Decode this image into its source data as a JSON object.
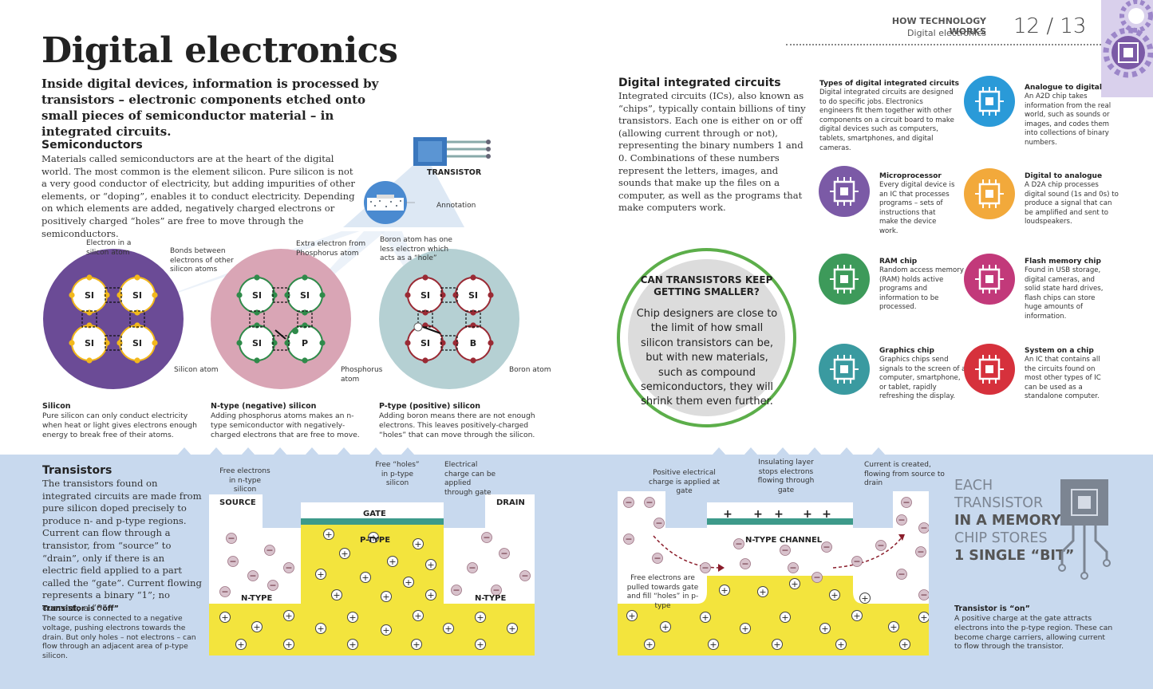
{
  "header": {
    "kicker": "HOW TECHNOLOGY WORKS",
    "section": "Digital electronics",
    "pages": "12 / 13"
  },
  "title": "Digital electronics",
  "intro": "Inside digital devices, information is processed by transistors – electronic components etched onto small pieces of semiconductor material – in integrated circuits.",
  "semiconductors": {
    "heading": "Semiconductors",
    "body": "Materials called semiconductors are at the heart of the digital world. The most common is the element silicon. Pure silicon is not a very good conductor of electricity, but adding impurities of other elements, or “doping”, enables it to conduct electricity. Depending on which elements are added, negatively charged electrons or positively charged “holes” are free to move through the semiconductors."
  },
  "transistor_label": "TRANSISTOR",
  "annotation_label": "Annotation",
  "diagram_labels": {
    "electron": "Electron in a silicon atom",
    "bonds": "Bonds between electrons of other silicon atoms",
    "silicon_atom": "Silicon atom",
    "extra_electron": "Extra electron from Phosphorus atom",
    "phosphorus_atom": "Phosphorus atom",
    "boron_note": "Boron atom has one less electron which acts as a “hole”",
    "boron_atom": "Boron atom"
  },
  "atoms": {
    "si": "SI",
    "p": "P",
    "b": "B"
  },
  "silicon": {
    "heading": "Silicon",
    "body": "Pure silicon can only conduct electricity when heat or light gives electrons enough energy to break free of their atoms."
  },
  "ntype": {
    "heading": "N-type (negative) silicon",
    "body": "Adding phosphorus atoms makes an n-type semiconductor with negatively-charged electrons that are free to move."
  },
  "ptype": {
    "heading": "P-type (positive) silicon",
    "body": "Adding boron means there are not enough electrons. This leaves positively-charged “holes” that can move through the silicon."
  },
  "dic": {
    "heading": "Digital integrated circuits",
    "body": "Integrated circuits (ICs), also known as “chips”, typically contain billions of tiny transistors. Each one is either on or off (allowing current through or not), representing the binary numbers 1 and 0. Combinations of these numbers represent the letters, images, and sounds that make up the files on a computer, as well as the programs that make computers work."
  },
  "ic_types": [
    {
      "heading": "Types of digital integrated circuits",
      "body": "Digital integrated circuits are designed to do specific jobs. Electronics engineers fit them together with other components on a circuit board to make digital devices such as computers, tablets, smartphones, and digital cameras."
    },
    {
      "heading": "Analogue to digital",
      "body": "An A2D chip takes information from the real world, such as sounds or images, and codes them into collections of binary numbers.",
      "icon": "a2d-chip-icon",
      "color": "#2a9ad8"
    },
    {
      "heading": "Microprocessor",
      "body": "Every digital device is an IC that processes programs – sets of instructions that make the device work.",
      "icon": "microprocessor-icon",
      "color": "#7b5aa6"
    },
    {
      "heading": "Digital to analogue",
      "body": "A D2A chip processes digital sound (1s and 0s) to produce a signal that can be amplified and sent to loudspeakers.",
      "icon": "d2a-chip-icon",
      "color": "#f2a93b"
    },
    {
      "heading": "RAM chip",
      "body": "Random access memory (RAM) holds active programs and information to be processed.",
      "icon": "ram-chip-icon",
      "color": "#3d9a5a"
    },
    {
      "heading": "Flash memory chip",
      "body": "Found in USB storage, digital cameras, and solid state hard drives, flash chips can store huge amounts of information.",
      "icon": "flash-memory-icon",
      "color": "#c2397a"
    },
    {
      "heading": "Graphics chip",
      "body": "Graphics chips send signals to the screen of a computer, smartphone, or tablet, rapidly refreshing the display.",
      "icon": "graphics-card-icon",
      "color": "#3a9aa0"
    },
    {
      "heading": "System on a chip",
      "body": "An IC that contains all the circuits found on most other types of IC can be used as a standalone computer.",
      "icon": "system-on-chip-icon",
      "color": "#d6313c"
    }
  ],
  "bubble": {
    "title": "CAN TRANSISTORS KEEP GETTING SMALLER?",
    "body": "Chip designers are close to the limit of how small silicon transistors can be, but with new materials, such as compound semiconductors, they will shrink them even further."
  },
  "transistors": {
    "heading": "Transistors",
    "body": "The transistors found on integrated circuits are made from pure silicon doped precisely to produce n- and p-type regions. Current can flow through a transistor, from “source” to “drain”, only if there is an electric field applied to a part called the “gate”. Current flowing represents a binary “1”; no current, a “0”."
  },
  "off": {
    "heading": "Transistor is “off”",
    "body": "The source is connected to a negative voltage, pushing electrons towards the drain. But only holes – not electrons – can flow through an adjacent area of p-type silicon.",
    "labels": {
      "free_electrons": "Free electrons in n-type silicon",
      "free_holes": "Free “holes” in p-type silicon",
      "charge": "Electrical charge can be applied through gate",
      "source": "SOURCE",
      "gate": "GATE",
      "drain": "DRAIN",
      "ptype": "P-TYPE",
      "ntype_left": "N-TYPE",
      "ntype_right": "N-TYPE"
    }
  },
  "on": {
    "heading": "Transistor is “on”",
    "body": "A positive charge at the gate attracts electrons into the p-type region. These can become charge carriers, allowing current to flow through the transistor.",
    "labels": {
      "positive": "Positive electrical charge is applied at gate",
      "insulating": "Insulating layer stops electrons flowing through gate",
      "current": "Current is created, flowing from source to drain",
      "channel": "N-TYPE CHANNEL",
      "pulled": "Free electrons are pulled towards gate and fill “holes” in p-type"
    }
  },
  "bit": {
    "l1": "EACH",
    "l2": "TRANSISTOR",
    "l3": "IN A MEMORY",
    "l4": "CHIP STORES",
    "l5": "1 SINGLE “BIT”"
  },
  "glyphs": {
    "minus": "−",
    "plus": "+"
  }
}
